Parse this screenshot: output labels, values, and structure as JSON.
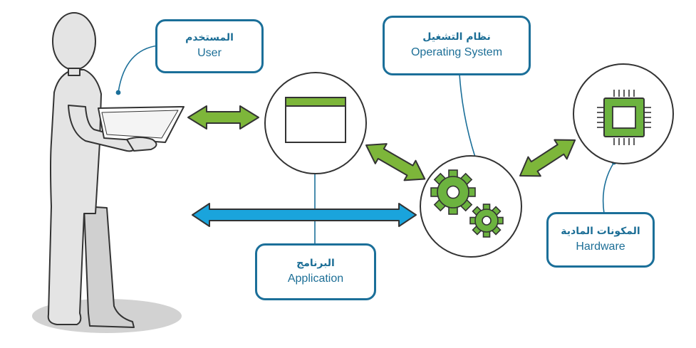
{
  "diagram": {
    "nodes": {
      "user": {
        "label_ar": "المستخدم",
        "label_en": "User"
      },
      "operating_system": {
        "label_ar": "نظام التشغيل",
        "label_en": "Operating System"
      },
      "application": {
        "label_ar": "البرنامج",
        "label_en": "Application"
      },
      "hardware": {
        "label_ar": "المكونات المادية",
        "label_en": "Hardware"
      }
    },
    "colors": {
      "label_border": "#1b6f99",
      "label_text": "#1c6e96",
      "arrow_green": "#7db63a",
      "arrow_blue": "#1aa4dc",
      "icon_green": "#6cb33f",
      "figure_fill": "#e4e4e4",
      "outline": "#333333"
    },
    "connections": [
      {
        "from": "user",
        "to": "application",
        "style": "green-double-arrow"
      },
      {
        "from": "user",
        "to": "operating_system",
        "style": "blue-double-arrow"
      },
      {
        "from": "application",
        "to": "operating_system",
        "style": "green-double-arrow"
      },
      {
        "from": "operating_system",
        "to": "hardware",
        "style": "green-double-arrow"
      }
    ]
  }
}
